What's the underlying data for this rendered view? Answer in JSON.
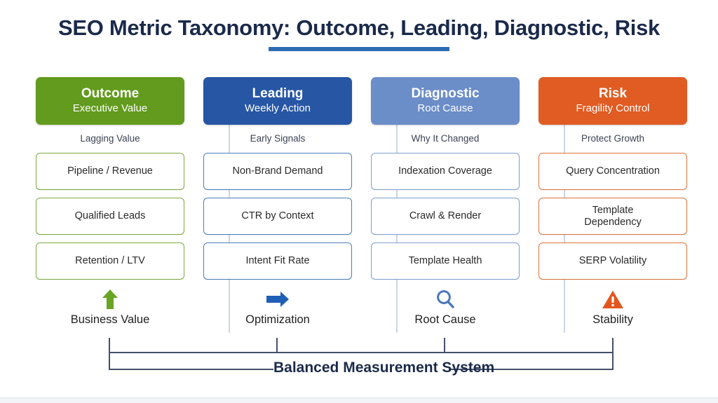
{
  "page": {
    "title": "SEO Metric Taxonomy: Outcome, Leading, Diagnostic, Risk",
    "accent_underline_color": "#2c6cb5",
    "bracket_label": "Balanced Measurement System"
  },
  "columns": [
    {
      "key": "outcome",
      "header_title": "Outcome",
      "header_subtitle": "Executive Value",
      "header_color": "#629b1d",
      "caption": "Lagging Value",
      "metrics": [
        "Pipeline / Revenue",
        "Qualified Leads",
        "Retention / LTV"
      ],
      "metric_border_color": "#7cab3f",
      "icon": "arrow-up-icon",
      "icon_color": "#6aa423",
      "footer_label": "Business Value"
    },
    {
      "key": "leading",
      "header_title": "Leading",
      "header_subtitle": "Weekly Action",
      "header_color": "#2756a5",
      "caption": "Early Signals",
      "metrics": [
        "Non-Brand Demand",
        "CTR by Context",
        "Intent Fit Rate"
      ],
      "metric_border_color": "#4a7ebb",
      "icon": "arrow-right-icon",
      "icon_color": "#1f5fb5",
      "footer_label": "Optimization"
    },
    {
      "key": "diagnostic",
      "header_title": "Diagnostic",
      "header_subtitle": "Root Cause",
      "header_color": "#6b8dc8",
      "caption": "Why It Changed",
      "metrics": [
        "Indexation Coverage",
        "Crawl & Render",
        "Template Health"
      ],
      "metric_border_color": "#7fa0d0",
      "icon": "magnifier-icon",
      "icon_color": "#4a77b8",
      "footer_label": "Root Cause"
    },
    {
      "key": "risk",
      "header_title": "Risk",
      "header_subtitle": "Fragility Control",
      "header_color": "#e05c23",
      "caption": "Protect Growth",
      "metrics": [
        "Query Concentration",
        "Template\nDependency",
        "SERP Volatility"
      ],
      "metric_border_color": "#d9743f",
      "icon": "warning-triangle-icon",
      "icon_color": "#e2561f",
      "footer_label": "Stability"
    }
  ]
}
